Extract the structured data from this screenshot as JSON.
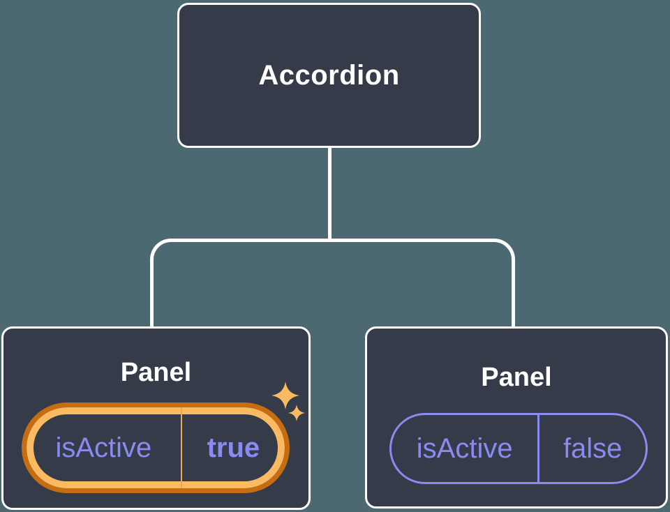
{
  "colors": {
    "background": "#4c6971",
    "node_fill": "#353b48",
    "node_border": "#ffffff",
    "line": "#ffffff",
    "text_primary": "#ffffff",
    "state_text": "#8a8bf0",
    "state_border": "#8a8bf0",
    "highlight_outer": "#c66d12",
    "highlight_inner": "#f9ba62",
    "highlight_divider": "#f0a850"
  },
  "diagram": {
    "root": {
      "label": "Accordion"
    },
    "children": [
      {
        "label": "Panel",
        "highlighted": true,
        "state": {
          "key": "isActive",
          "value": "true"
        }
      },
      {
        "label": "Panel",
        "highlighted": false,
        "state": {
          "key": "isActive",
          "value": "false"
        }
      }
    ]
  },
  "icons": {
    "sparkle_large": "sparkle-icon",
    "sparkle_small": "sparkle-icon"
  }
}
